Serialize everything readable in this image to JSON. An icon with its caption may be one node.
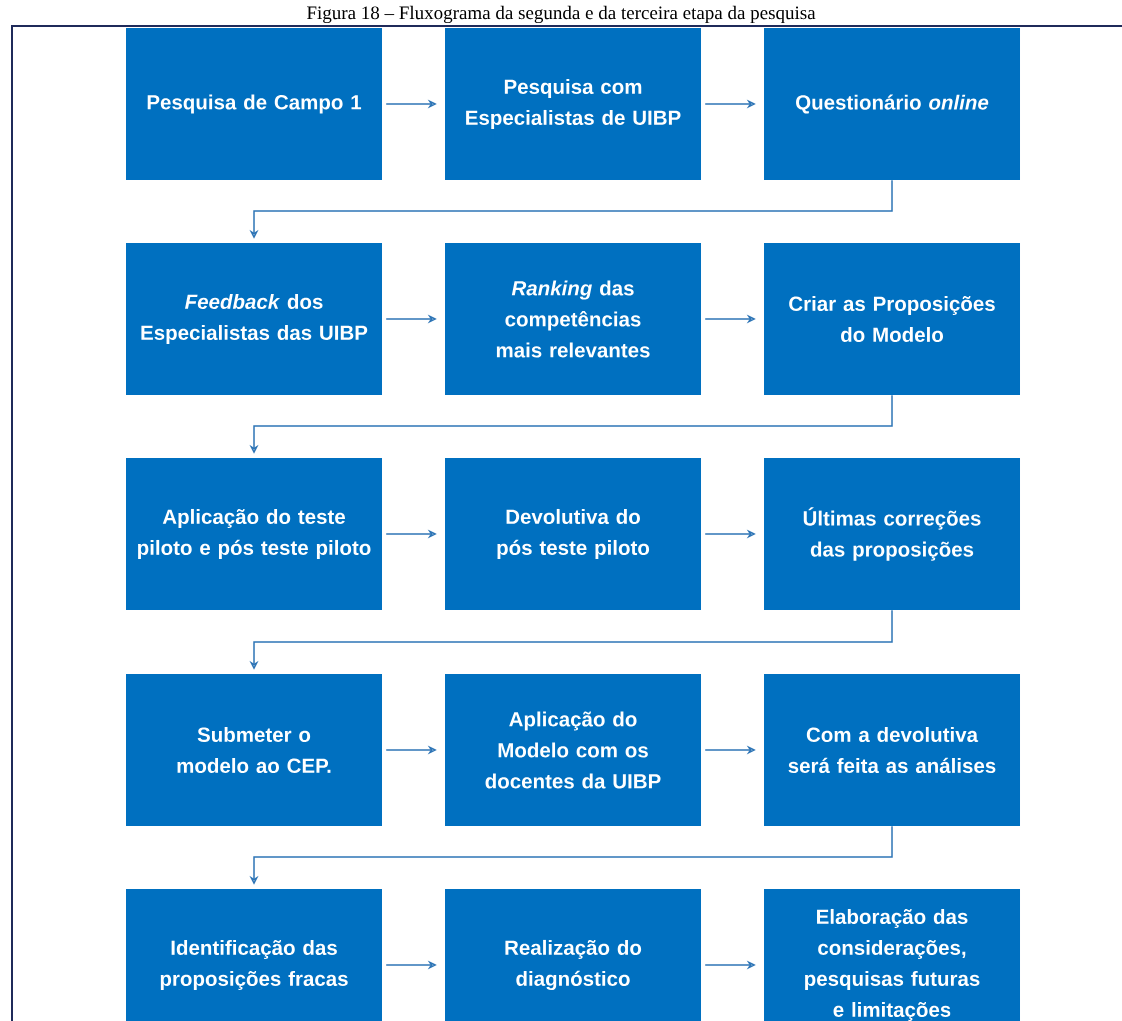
{
  "diagram": {
    "title": "Figura 18 – Fluxograma da segunda e da terceira etapa da pesquisa",
    "nodes": [
      {
        "text": [
          "Pesquisa de Campo 1"
        ]
      },
      {
        "text": [
          "Pesquisa com Especialistas de UIBP"
        ]
      },
      {
        "text": [
          "Questionário *online*"
        ]
      },
      {
        "text": [
          "*Feedback* dos Especialistas das UIBP"
        ]
      },
      {
        "text": [
          "*Ranking* das competências mais relevantes"
        ]
      },
      {
        "text": [
          "Criar as Proposições do Modelo"
        ]
      },
      {
        "text": [
          "Aplicação do teste piloto e pós teste piloto"
        ]
      },
      {
        "text": [
          "Devolutiva do pós teste piloto"
        ]
      },
      {
        "text": [
          "Últimas correções das proposições"
        ]
      },
      {
        "text": [
          "Submeter o modelo ao CEP."
        ]
      },
      {
        "text": [
          "Aplicação do Modelo com os docentes da UIBP"
        ]
      },
      {
        "text": [
          "Com a devolutiva será feita as análises"
        ]
      },
      {
        "text": [
          "Identificação das proposições fracas"
        ]
      },
      {
        "text": [
          "Realização do diagnóstico"
        ]
      },
      {
        "text": [
          "Elaboração das considerações, pesquisas futuras e limitações"
        ]
      }
    ],
    "edges": [
      {
        "from": 0,
        "to": 1,
        "arrow": "to"
      },
      {
        "from": 1,
        "to": 2,
        "arrow": "to"
      },
      {
        "from": 2,
        "to": 3,
        "arrow": "to"
      },
      {
        "from": 3,
        "to": 4,
        "arrow": "to"
      },
      {
        "from": 4,
        "to": 5,
        "arrow": "to"
      },
      {
        "from": 5,
        "to": 6,
        "arrow": "to"
      },
      {
        "from": 6,
        "to": 7,
        "arrow": "to"
      },
      {
        "from": 7,
        "to": 8,
        "arrow": "to"
      },
      {
        "from": 8,
        "to": 9,
        "arrow": "to"
      },
      {
        "from": 9,
        "to": 10,
        "arrow": "to"
      },
      {
        "from": 10,
        "to": 11,
        "arrow": "to"
      },
      {
        "from": 11,
        "to": 12,
        "arrow": "to"
      },
      {
        "from": 12,
        "to": 13,
        "arrow": "to"
      },
      {
        "from": 13,
        "to": 14,
        "arrow": "to"
      }
    ]
  }
}
